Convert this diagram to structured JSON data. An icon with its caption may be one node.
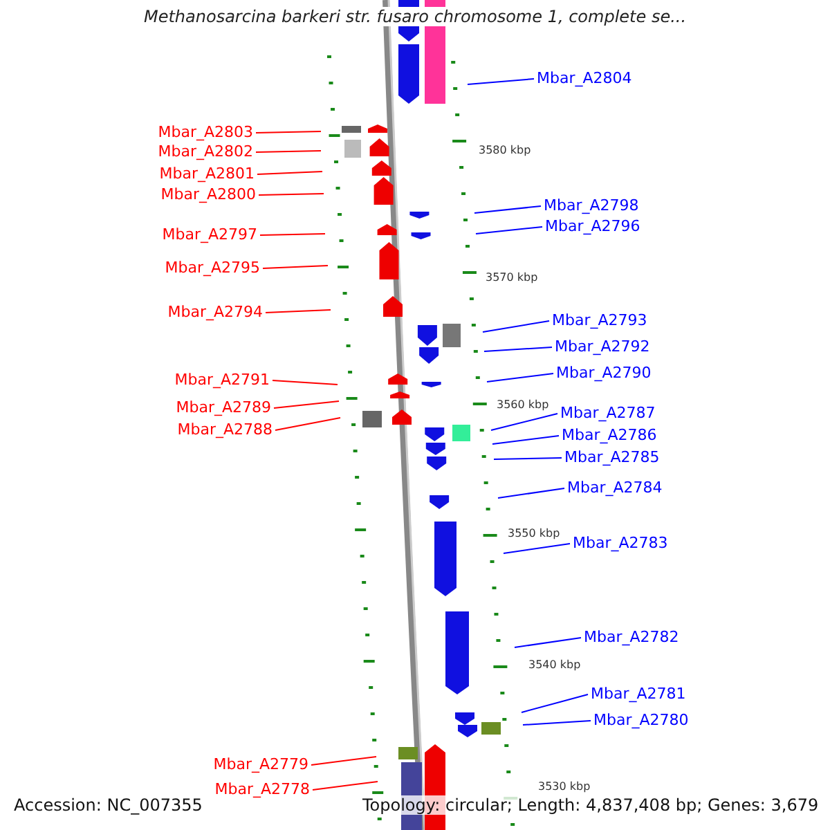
{
  "diagram": {
    "title": "Methanosarcina barkeri str. fusaro chromosome 1, complete se...",
    "nodes": [
      {
        "text": [
          "Mbar_A2804"
        ]
      },
      {
        "text": [
          "Mbar_A2803"
        ]
      },
      {
        "text": [
          "Mbar_A2802"
        ]
      },
      {
        "text": [
          "Mbar_A2801"
        ]
      },
      {
        "text": [
          "Mbar_A2800"
        ]
      },
      {
        "text": [
          "Mbar_A2798"
        ]
      },
      {
        "text": [
          "Mbar_A2796"
        ]
      },
      {
        "text": [
          "Mbar_A2797"
        ]
      },
      {
        "text": [
          "Mbar_A2795"
        ]
      },
      {
        "text": [
          "Mbar_A2794"
        ]
      },
      {
        "text": [
          "Mbar_A2793"
        ]
      },
      {
        "text": [
          "Mbar_A2792"
        ]
      },
      {
        "text": [
          "Mbar_A2790"
        ]
      },
      {
        "text": [
          "Mbar_A2791"
        ]
      },
      {
        "text": [
          "Mbar_A2789"
        ]
      },
      {
        "text": [
          "Mbar_A2787"
        ]
      },
      {
        "text": [
          "Mbar_A2788"
        ]
      },
      {
        "text": [
          "Mbar_A2786"
        ]
      },
      {
        "text": [
          "Mbar_A2785"
        ]
      },
      {
        "text": [
          "Mbar_A2784"
        ]
      },
      {
        "text": [
          "Mbar_A2783"
        ]
      },
      {
        "text": [
          "Mbar_A2782"
        ]
      },
      {
        "text": [
          "Mbar_A2781"
        ]
      },
      {
        "text": [
          "Mbar_A2780"
        ]
      },
      {
        "text": [
          "Mbar_A2779"
        ]
      },
      {
        "text": [
          "Mbar_A2778"
        ]
      }
    ],
    "edges": [
      {
        "from": 0,
        "to": null,
        "arrow": "none"
      },
      {
        "from": 1,
        "to": null,
        "arrow": "none",
        "color": "#ff0000"
      },
      {
        "from": 2,
        "to": null,
        "arrow": "none",
        "color": "#ff0000"
      },
      {
        "from": 3,
        "to": null,
        "arrow": "none",
        "color": "#ff0000"
      },
      {
        "from": 4,
        "to": null,
        "arrow": "none",
        "color": "#ff0000"
      },
      {
        "from": 5,
        "to": null,
        "arrow": "none"
      },
      {
        "from": 6,
        "to": null,
        "arrow": "none"
      },
      {
        "from": 7,
        "to": null,
        "arrow": "none",
        "color": "#ff0000"
      },
      {
        "from": 8,
        "to": null,
        "arrow": "none",
        "color": "#ff0000"
      },
      {
        "from": 9,
        "to": null,
        "arrow": "none",
        "color": "#ff0000"
      },
      {
        "from": 10,
        "to": null,
        "arrow": "none"
      },
      {
        "from": 11,
        "to": null,
        "arrow": "none"
      },
      {
        "from": 12,
        "to": null,
        "arrow": "none"
      },
      {
        "from": 13,
        "to": null,
        "arrow": "none",
        "color": "#ff0000"
      },
      {
        "from": 14,
        "to": null,
        "arrow": "none",
        "color": "#ff0000"
      },
      {
        "from": 15,
        "to": null,
        "arrow": "none"
      },
      {
        "from": 16,
        "to": null,
        "arrow": "none",
        "color": "#ff0000"
      },
      {
        "from": 17,
        "to": null,
        "arrow": "none"
      },
      {
        "from": 18,
        "to": null,
        "arrow": "none"
      },
      {
        "from": 19,
        "to": null,
        "arrow": "none"
      },
      {
        "from": 20,
        "to": null,
        "arrow": "none"
      },
      {
        "from": 21,
        "to": null,
        "arrow": "none"
      },
      {
        "from": 22,
        "to": null,
        "arrow": "none"
      },
      {
        "from": 23,
        "to": null,
        "arrow": "none"
      },
      {
        "from": 24,
        "to": null,
        "arrow": "none",
        "color": "#ff0000"
      },
      {
        "from": 25,
        "to": null,
        "arrow": "none",
        "color": "#ff0000"
      }
    ],
    "labels": [
      "3580 kbp",
      "3570 kbp",
      "3560 kbp",
      "3550 kbp",
      "3540 kbp",
      "3530 kbp",
      "Accession: NC_007355",
      "Topology: circular; Length: 4,837,408 bp; Genes: 3,679"
    ]
  }
}
